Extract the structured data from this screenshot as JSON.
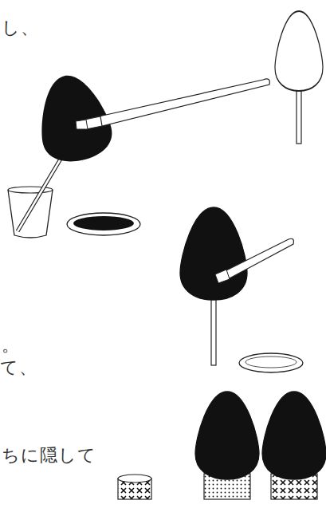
{
  "diagram": {
    "labels": [
      "し、",
      "。",
      "て、",
      "ちに隠して"
    ]
  }
}
